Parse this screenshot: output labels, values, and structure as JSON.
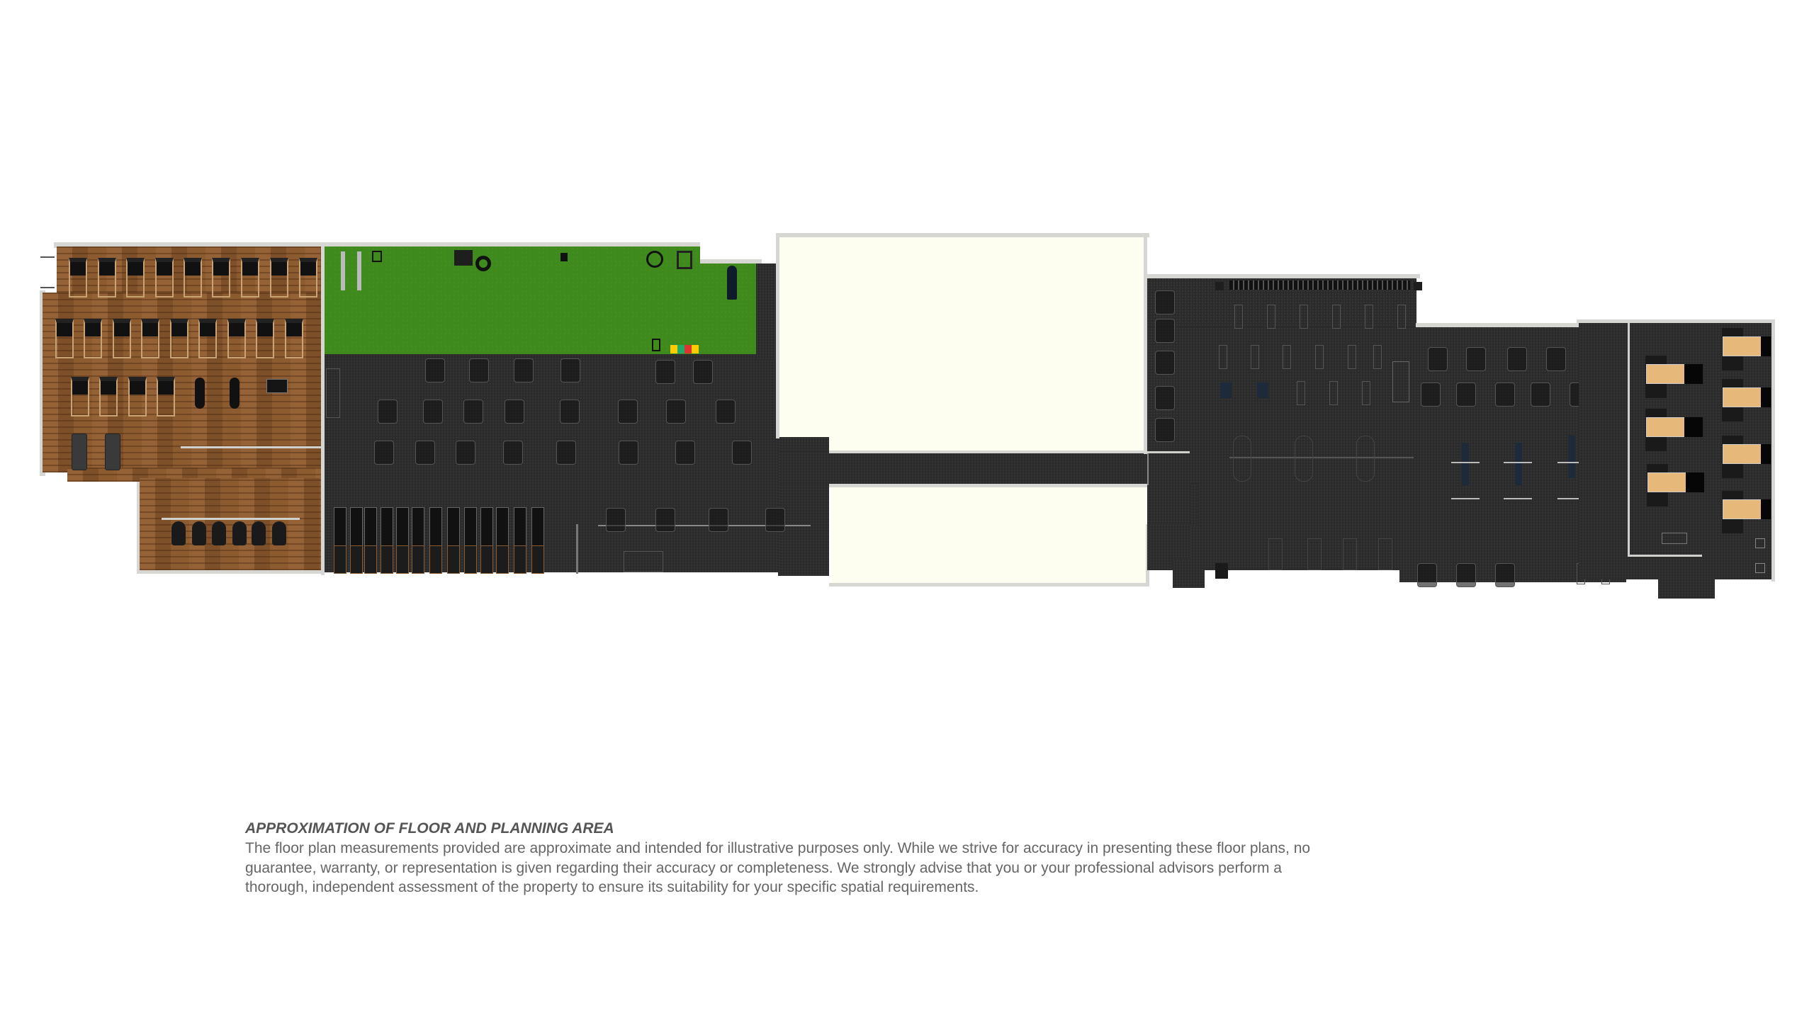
{
  "floor_plan": {
    "colors": {
      "wood_floor": "#8a5a30",
      "turf": "#3f8a1c",
      "rubber_floor": "#2a2a2a",
      "unlet_area": "#fdfdf0",
      "wall": "#d6d6d2",
      "background": "#ffffff"
    },
    "zones": [
      {
        "id": "cardio-studio",
        "floor": "wood",
        "equipment": {
          "treadmills": 22,
          "upright_bikes": 2,
          "rower": 1,
          "benches": 2,
          "pods": 6
        }
      },
      {
        "id": "functional-turf",
        "floor": "turf"
      },
      {
        "id": "strength-floor-west",
        "floor": "rubber",
        "equipment": {
          "stair_climbers": 13
        }
      },
      {
        "id": "unlet-area-north",
        "floor": "blank"
      },
      {
        "id": "unlet-area-south",
        "floor": "blank"
      },
      {
        "id": "free-weights",
        "floor": "rubber",
        "equipment": {
          "dumbbell_rack": 1,
          "benches": 15
        }
      },
      {
        "id": "lifting-platforms",
        "floor": "rubber",
        "equipment": {
          "platforms": 7
        }
      }
    ]
  },
  "caption": {
    "title": "APPROXIMATION OF FLOOR AND PLANNING AREA",
    "lines": [
      "The floor plan measurements provided are approximate and intended for illustrative purposes only. While we strive for accuracy in presenting these floor plans, no",
      "guarantee, warranty, or representation is given regarding their accuracy or completeness. We strongly advise that you or your professional advisors perform a",
      "thorough, independent assessment of the property to ensure its suitability for your specific spatial requirements."
    ]
  }
}
